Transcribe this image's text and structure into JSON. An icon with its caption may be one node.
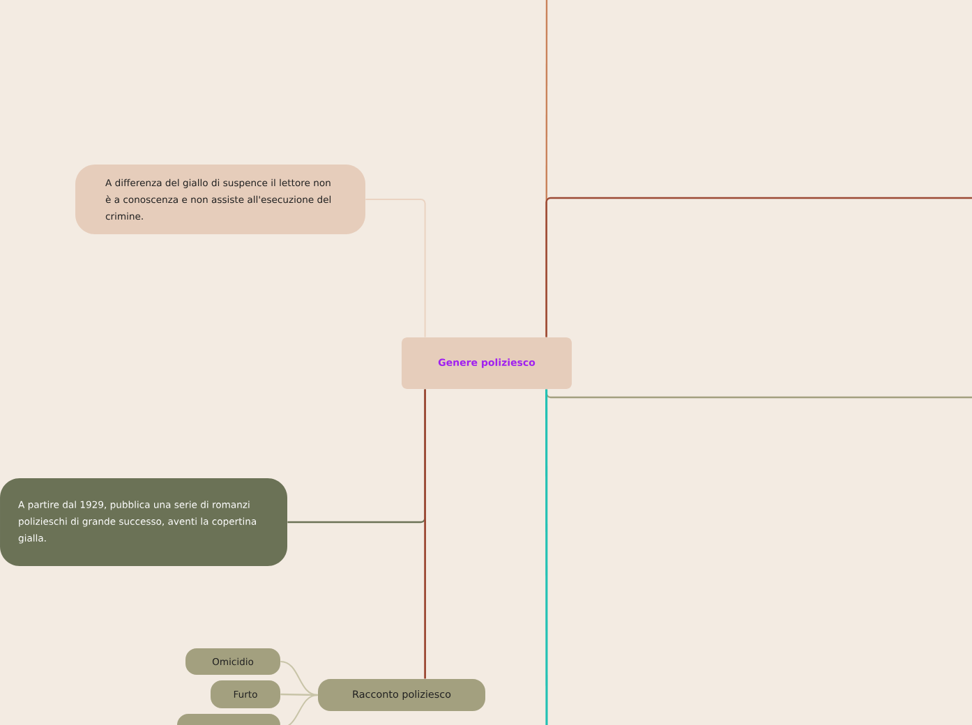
{
  "diagram": {
    "nodes": [
      {
        "text": [
          "Genere poliziesco"
        ]
      },
      {
        "text": [
          "A differenza del giallo di suspence il lettore non è a conoscenza e non assiste all'esecuzione del crimine."
        ]
      },
      {
        "text": [
          "A partire dal 1929, pubblica una serie di romanzi polizieschi di grande successo, aventi la copertina gialla."
        ]
      },
      {
        "text": [
          "Racconto poliziesco"
        ]
      },
      {
        "text": [
          "Omicidio"
        ]
      },
      {
        "text": [
          "Furto"
        ]
      },
      {
        "text": [],
        "shape": "box"
      }
    ],
    "edges": [
      {
        "from": 0,
        "to": 1,
        "arrow": "none",
        "color": "#ead3c1"
      },
      {
        "from": 0,
        "to": 2,
        "arrow": "none",
        "color": "#6b7256"
      },
      {
        "from": 0,
        "to": 3,
        "arrow": "none",
        "color": "#9c4a35"
      },
      {
        "from": 0,
        "to": null,
        "arrow": "none",
        "color": "#c9825a"
      },
      {
        "from": 0,
        "to": null,
        "arrow": "none",
        "color": "#9c4a35"
      },
      {
        "from": 0,
        "to": null,
        "arrow": "none",
        "color": "#a3a07f"
      },
      {
        "from": 0,
        "to": null,
        "arrow": "none",
        "color": "#22c1b4"
      },
      {
        "from": 3,
        "to": 4,
        "arrow": "none",
        "color": "#c8c4a8"
      },
      {
        "from": 3,
        "to": 5,
        "arrow": "none",
        "color": "#c8c4a8"
      },
      {
        "from": 3,
        "to": 6,
        "arrow": "none",
        "color": "#c8c4a8"
      }
    ]
  }
}
